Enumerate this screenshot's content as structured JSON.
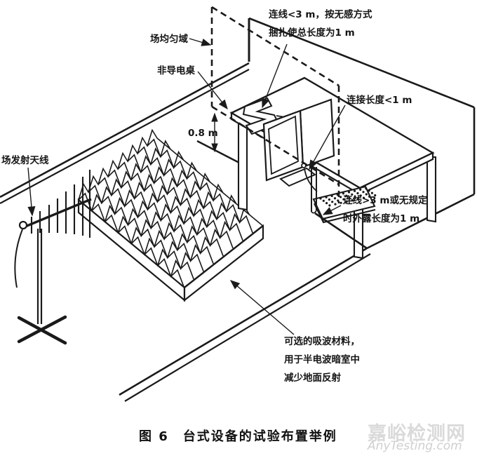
{
  "diagram": {
    "title_caption": "图 6　台式设备的试验布置举例",
    "labels": {
      "cable_bundle_line1": "连线<3 m，按无感方式",
      "cable_bundle_line2": "捆扎使总长度为1 m",
      "field_uniform_area": "场均匀域",
      "non_conductive_table": "非导电桌",
      "connection_length": "连接长度<1 m",
      "table_height": "0.8 m",
      "field_antenna": "场发射天线",
      "exposed_cable_line1": "连线>3 m或无规定",
      "exposed_cable_line2": "时外露长度为1 m",
      "absorber_line1": "可选的吸波材料，",
      "absorber_line2": "用于半电波暗室中",
      "absorber_line3": "减少地面反射"
    },
    "watermark": {
      "cn": "嘉峪检测网",
      "en": "AnyTesting.com"
    },
    "colors": {
      "line": "#1a1a1a",
      "watermark": "#dadada",
      "background": "#ffffff"
    }
  }
}
